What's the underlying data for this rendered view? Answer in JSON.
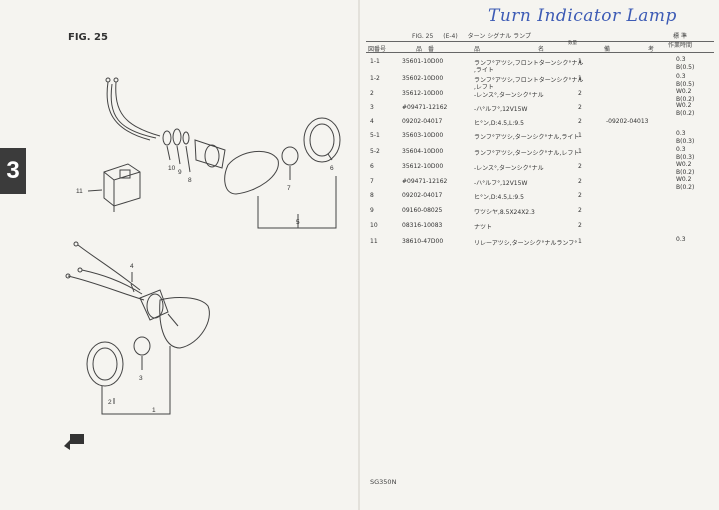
{
  "left": {
    "fig_label": "FIG. 25",
    "section_tab": "3",
    "callouts": [
      "10",
      "9",
      "8",
      "7",
      "6",
      "5",
      "11",
      "4",
      "3",
      "2",
      "1"
    ]
  },
  "right": {
    "handwriting": "Turn Indicator Lamp",
    "fig_header": {
      "fig": "FIG. 25",
      "code": "(E-4)",
      "title": "ターン シグナル ランプ"
    },
    "header_right": [
      "標 準",
      "作業時間"
    ],
    "columns": {
      "ref": "図番号",
      "part": "品　番",
      "desc": "品",
      "desc2": "名",
      "qty": "数量",
      "note": "備",
      "note2": "考"
    },
    "rows": [
      {
        "ref": "1-1",
        "part": "35601-10D00",
        "desc": "ランフ°アツシ,フロントターンシク°ナル",
        "desc2": ",ライト",
        "qty": "1",
        "note": "",
        "codes": [
          "0.3",
          "B(0.5)"
        ]
      },
      {
        "ref": "1-2",
        "part": "35602-10D00",
        "desc": "ランフ°アツシ,フロントターンシク°ナル",
        "desc2": ",レフト",
        "qty": "1",
        "note": "",
        "codes": [
          "0.3",
          "B(0.5)"
        ]
      },
      {
        "ref": "2",
        "part": "35612-10D00",
        "desc": "-レンス°,ターンシク°ナル",
        "desc2": "",
        "qty": "2",
        "note": "",
        "codes": [
          "W0.2",
          "B(0.2)"
        ]
      },
      {
        "ref": "3",
        "part": "#09471-12162",
        "desc": "-ハ°ルフ°,12V15W",
        "desc2": "",
        "qty": "2",
        "note": "",
        "codes": [
          "W0.2",
          "B(0.2)"
        ]
      },
      {
        "ref": "4",
        "part": "09202-04017",
        "desc": "ヒ°ン,D:4.5,L:9.5",
        "desc2": "",
        "qty": "2",
        "note": "-09202-04013",
        "codes": []
      },
      {
        "ref": "5-1",
        "part": "35603-10D00",
        "desc": "ランフ°アツシ,ターンシク°ナル,ライト",
        "desc2": "",
        "qty": "1",
        "note": "",
        "codes": [
          "0.3",
          "B(0.3)"
        ]
      },
      {
        "ref": "5-2",
        "part": "35604-10D00",
        "desc": "ランフ°アツシ,ターンシク°ナル,レフト",
        "desc2": "",
        "qty": "1",
        "note": "",
        "codes": [
          "0.3",
          "B(0.3)"
        ]
      },
      {
        "ref": "6",
        "part": "35612-10D00",
        "desc": "-レンス°,ターンシク°ナル",
        "desc2": "",
        "qty": "2",
        "note": "",
        "codes": [
          "W0.2",
          "B(0.2)"
        ]
      },
      {
        "ref": "7",
        "part": "#09471-12162",
        "desc": "-ハ°ルフ°,12V15W",
        "desc2": "",
        "qty": "2",
        "note": "",
        "codes": [
          "W0.2",
          "B(0.2)"
        ]
      },
      {
        "ref": "8",
        "part": "09202-04017",
        "desc": "ヒ°ン,D:4.5,L:9.5",
        "desc2": "",
        "qty": "2",
        "note": "",
        "codes": []
      },
      {
        "ref": "9",
        "part": "09160-08025",
        "desc": "ワツシヤ,8.5X24X2.3",
        "desc2": "",
        "qty": "2",
        "note": "",
        "codes": []
      },
      {
        "ref": "10",
        "part": "08316-10083",
        "desc": "ナツト",
        "desc2": "",
        "qty": "2",
        "note": "",
        "codes": []
      },
      {
        "ref": "11",
        "part": "38610-47D00",
        "desc": "リレーアツシ,ターンシク°ナルランフ°",
        "desc2": "",
        "qty": "1",
        "note": "",
        "codes": [
          "0.3"
        ]
      }
    ],
    "footer": "SG350N"
  }
}
